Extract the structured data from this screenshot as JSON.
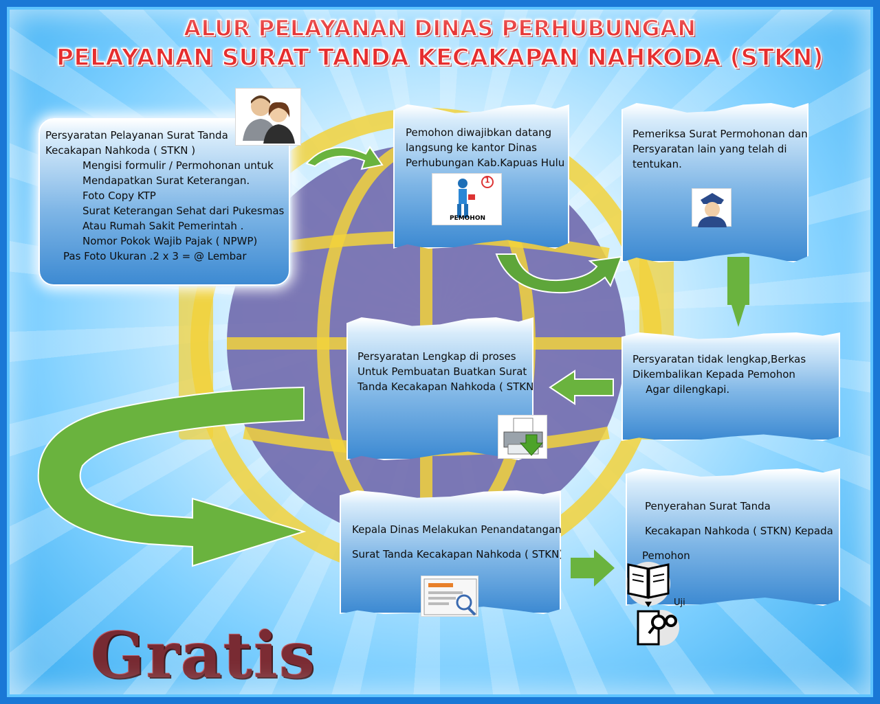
{
  "title": {
    "line1": "ALUR PELAYANAN DINAS PERHUBUNGAN",
    "line2": "PELAYANAN SURAT TANDA KECAKAPAN NAHKODA (STKN)"
  },
  "step_requirements": {
    "heading1": "Persyaratan Pelayanan Surat Tanda",
    "heading2": "Kecakapan Nahkoda ( STKN )",
    "items": [
      "Mengisi formulir / Permohonan untuk",
      "Mendapatkan Surat Keterangan.",
      "Foto Copy KTP",
      "Surat Keterangan  Sehat dari Pukesmas",
      "Atau Rumah Sakit Pemerintah .",
      "Nomor Pokok Wajib Pajak ( NPWP)"
    ],
    "last": "Pas Foto Ukuran .2 x 3 = @ Lembar"
  },
  "step_applicant": {
    "lines": [
      "Pemohon diwajibkan datang",
      "langsung ke kantor Dinas",
      "Perhubungan Kab.Kapuas Hulu"
    ],
    "icon_label": "PEMOHON",
    "icon_number": "1"
  },
  "step_check": {
    "lines": [
      "Pemeriksa Surat Permohonan dan",
      " Persyaratan lain yang telah di",
      "tentukan."
    ]
  },
  "step_incomplete": {
    "lines": [
      "Persyaratan tidak lengkap,Berkas",
      "Dikembalikan Kepada Pemohon",
      "    Agar dilengkapi."
    ]
  },
  "step_complete": {
    "lines": [
      "Persyaratan Lengkap di proses",
      "Untuk Pembuatan Buatkan Surat",
      "Tanda Kecakapan Nahkoda ( STKN )"
    ]
  },
  "step_sign": {
    "line1": "Kepala Dinas Melakukan Penandatangan",
    "line2": "Surat Tanda  Kecakapan Nahkoda ( STKN)"
  },
  "step_handover": {
    "line1": "Penyerahan Surat Tanda",
    "line2": "Kecakapan Nahkoda ( STKN) Kepada",
    "line3": "Pemohon"
  },
  "uji_label": "Uji",
  "footer": {
    "gratis": "Gratis"
  },
  "colors": {
    "title_red": "#e62e2e",
    "arrow_green": "#6ab33e",
    "globe_purple": "#6a62a8",
    "globe_yellow": "#f2d23c",
    "gratis_red": "#7a1e22"
  }
}
